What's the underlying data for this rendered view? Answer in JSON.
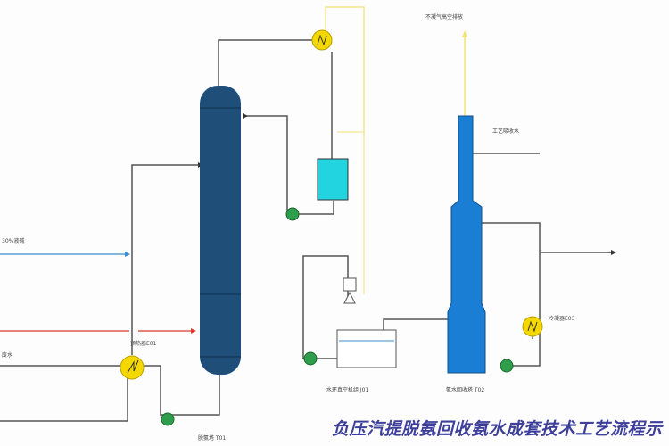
{
  "labels": {
    "vent": "不凝气高空排放",
    "absorb_water": "工艺吸收水",
    "lye": "30%液碱",
    "preheater": "预热器E01",
    "feed": "废水",
    "stripper": "脱氨塔 T01",
    "vacuum": "水环真空机组 J01",
    "recovery": "氨水回收塔 T02",
    "condenser": "冷凝器E03"
  },
  "title": "负压汽提脱氨回收氨水成套技术工艺流程示",
  "colors": {
    "column": "#1f4e79",
    "tower": "#1a7fd4",
    "exchanger": "#f5d800",
    "pump": "#2e9e4a",
    "tank": "#22d3e0",
    "steam": "#d93a2b",
    "lye_line": "#3a8fd0",
    "vent_line": "#f3e27a"
  }
}
